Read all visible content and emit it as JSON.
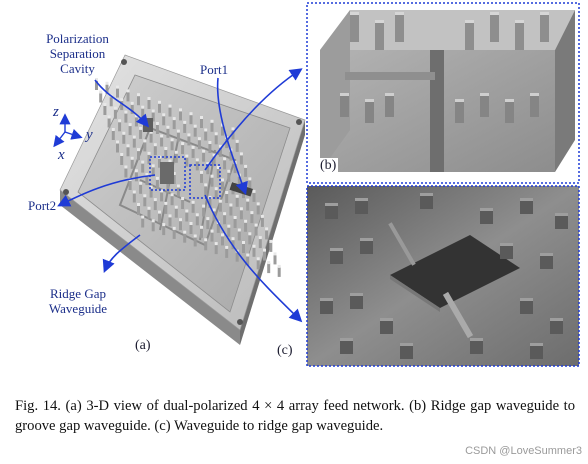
{
  "labels": {
    "polarization_cavity": [
      "Polarization",
      "Separation",
      "Cavity"
    ],
    "port1": "Port1",
    "port2": "Port2",
    "ridge_gap": [
      "Ridge Gap",
      "Waveguide"
    ],
    "axis_z": "z",
    "axis_y": "y",
    "axis_x": "x",
    "panel_a": "(a)",
    "panel_b": "(b)",
    "panel_c": "(c)"
  },
  "caption": {
    "text": "Fig. 14.    (a) 3-D view of dual-polarized 4 × 4 array feed network. (b) Ridge gap waveguide to groove gap waveguide. (c) Waveguide to ridge gap waveguide."
  },
  "watermark": "CSDN @LoveSummer3",
  "colors": {
    "annotation_blue": "#1f3bd6",
    "metal_light": "#c9c9c9",
    "metal_dark": "#7d7d7d"
  }
}
